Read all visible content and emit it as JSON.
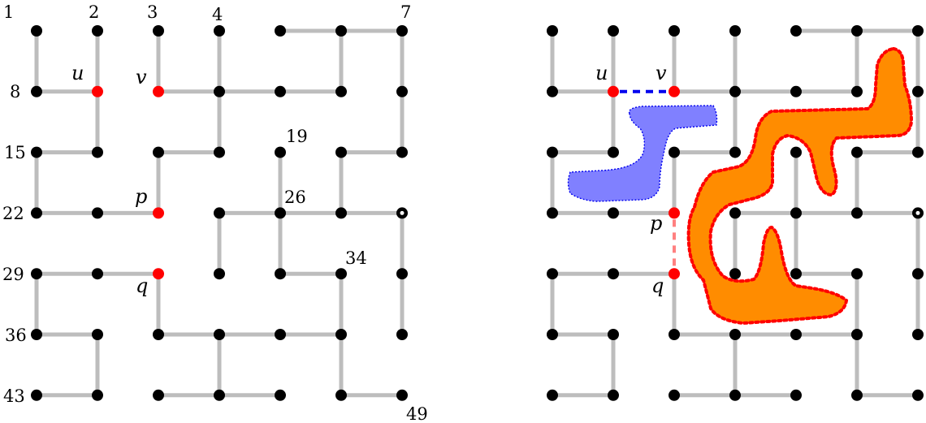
{
  "grid": {
    "rows": 7,
    "cols": 7
  },
  "colors": {
    "edge": "#bdbdbd",
    "node": "#000000",
    "highlight": "#ff0000",
    "blue_dash": "#0000ee",
    "pink_dash": "#ff8080",
    "blue_blob": "#8080ff",
    "orange_blob": "#ff8c00",
    "orange_outline": "#ff0000"
  },
  "h_edges": [
    [
      0,
      4
    ],
    [
      0,
      5
    ],
    [
      1,
      0
    ],
    [
      1,
      2
    ],
    [
      1,
      3
    ],
    [
      1,
      4
    ],
    [
      2,
      0
    ],
    [
      2,
      2
    ],
    [
      2,
      5
    ],
    [
      3,
      0
    ],
    [
      3,
      1
    ],
    [
      3,
      3
    ],
    [
      3,
      4
    ],
    [
      3,
      5
    ],
    [
      4,
      0
    ],
    [
      4,
      1
    ],
    [
      4,
      4
    ],
    [
      5,
      0
    ],
    [
      5,
      2
    ],
    [
      5,
      3
    ],
    [
      5,
      4
    ],
    [
      6,
      0
    ],
    [
      6,
      2
    ],
    [
      6,
      3
    ],
    [
      6,
      5
    ]
  ],
  "v_edges": [
    [
      0,
      0
    ],
    [
      2,
      0
    ],
    [
      4,
      0
    ],
    [
      0,
      1
    ],
    [
      1,
      1
    ],
    [
      5,
      1
    ],
    [
      0,
      2
    ],
    [
      2,
      2
    ],
    [
      4,
      2
    ],
    [
      0,
      3
    ],
    [
      1,
      3
    ],
    [
      3,
      3
    ],
    [
      5,
      3
    ],
    [
      2,
      4
    ],
    [
      3,
      4
    ],
    [
      0,
      5
    ],
    [
      2,
      5
    ],
    [
      4,
      5
    ],
    [
      5,
      5
    ],
    [
      0,
      6
    ],
    [
      1,
      6
    ],
    [
      3,
      6
    ],
    [
      4,
      6
    ]
  ],
  "red_nodes": [
    [
      1,
      1
    ],
    [
      1,
      2
    ],
    [
      3,
      2
    ],
    [
      4,
      2
    ]
  ],
  "ring_nodes": [
    [
      3,
      6
    ]
  ],
  "left_panel": {
    "node_labels": [
      "1",
      "2",
      "3",
      "4",
      "7",
      "8",
      "15",
      "22",
      "29",
      "36",
      "43",
      "19",
      "26",
      "34",
      "49"
    ],
    "vars": {
      "u": "u",
      "v": "v",
      "p": "p",
      "q": "q"
    }
  },
  "right_panel": {
    "vars": {
      "u": "u",
      "v": "v",
      "p": "p",
      "q": "q"
    },
    "dashed_edges": [
      {
        "from": "u",
        "to": "v",
        "style": "blue"
      },
      {
        "from": "p",
        "to": "q",
        "style": "pink"
      }
    ]
  }
}
